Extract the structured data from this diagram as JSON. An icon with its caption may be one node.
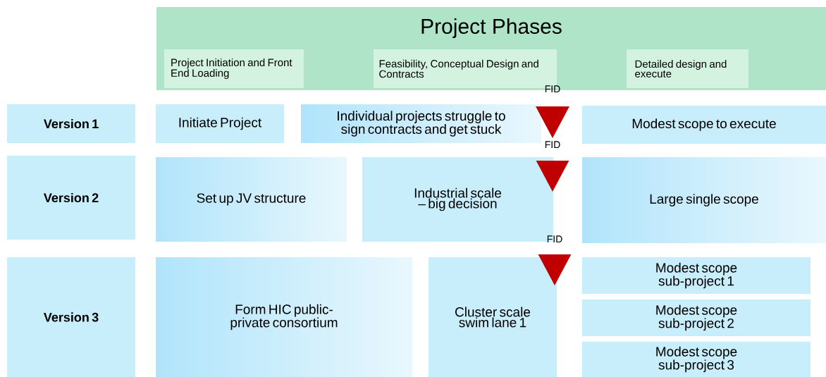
{
  "diagram": {
    "nodes": [
      {
        "text": [
          "Project Phases"
        ]
      },
      {
        "text": [
          "Project Initiation and Front End Loading"
        ],
        "in": 0
      },
      {
        "text": [
          "Feasibility, Conceptual Design and Contracts"
        ],
        "in": 0
      },
      {
        "text": [
          "Detailed design and execute"
        ],
        "in": 0
      },
      {
        "text": [
          "Version 1"
        ]
      },
      {
        "text": [
          "Initiate Project"
        ]
      },
      {
        "text": [
          "Individual  projects struggle to sign contracts and get stuck"
        ]
      },
      {
        "text": [],
        "shape": "triangle"
      },
      {
        "text": [
          "Modest scope to execute"
        ]
      },
      {
        "text": [
          "Version 2"
        ]
      },
      {
        "text": [
          "Set up JV structure"
        ]
      },
      {
        "text": [
          "Industrial scale – big decision"
        ]
      },
      {
        "text": [],
        "shape": "triangle"
      },
      {
        "text": [
          "Large single scope"
        ]
      },
      {
        "text": [
          "Version 3"
        ]
      },
      {
        "text": [
          "Form HIC public- private consortium"
        ]
      },
      {
        "text": [
          "Cluster scale swim lane 1"
        ]
      },
      {
        "text": [],
        "shape": "triangle"
      },
      {
        "text": [
          "Modest scope sub-project 1"
        ]
      },
      {
        "text": [
          "Modest scope sub-project 2"
        ]
      },
      {
        "text": [
          "Modest scope sub-project 3"
        ]
      }
    ],
    "labels": [
      "FID",
      "FID",
      "FID"
    ]
  }
}
